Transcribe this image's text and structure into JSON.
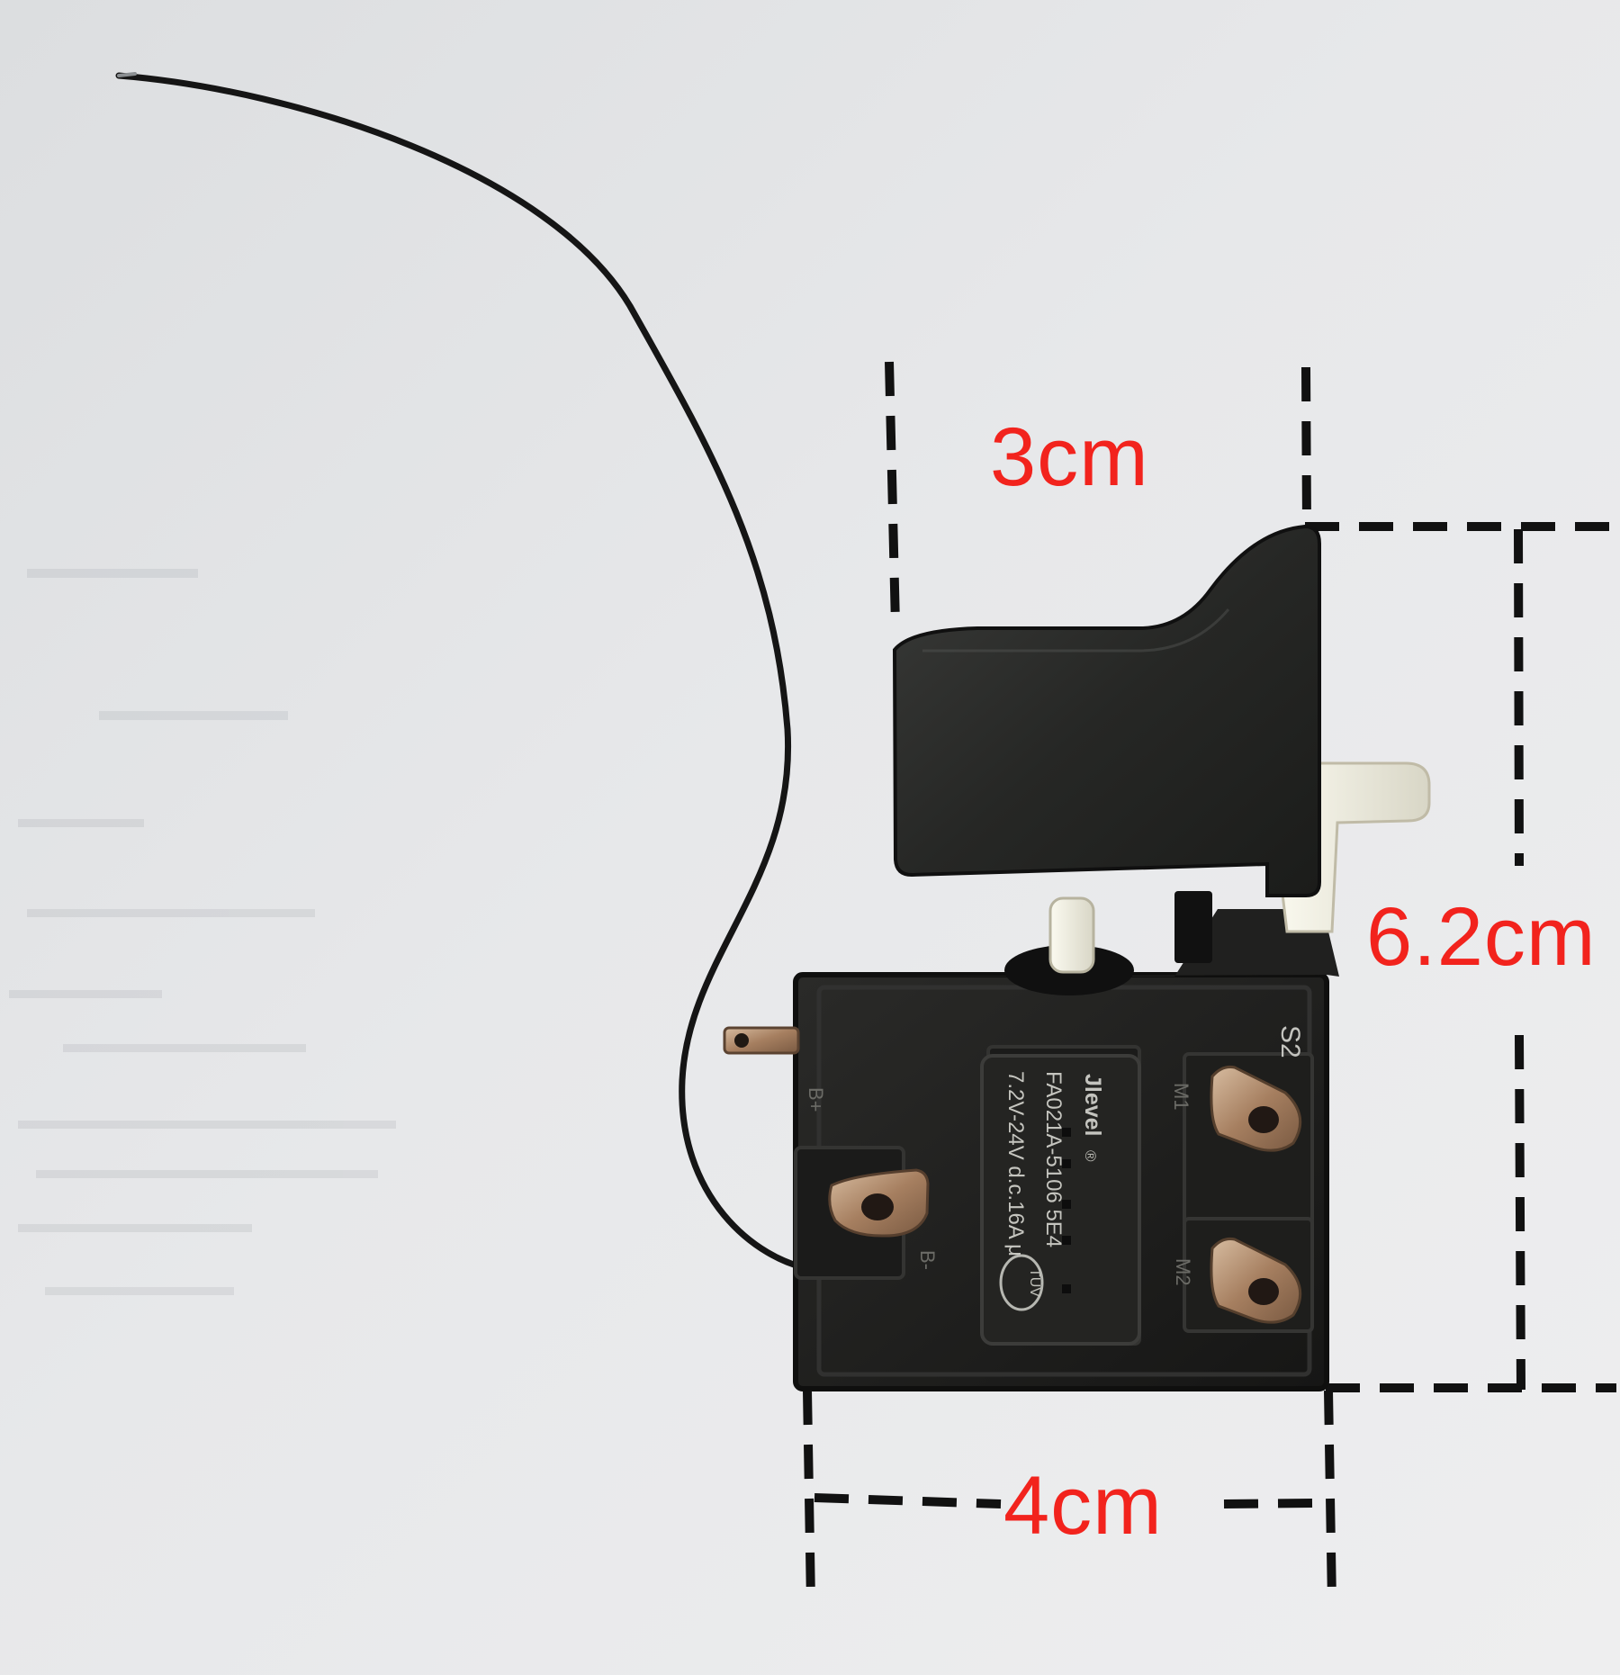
{
  "photo": {
    "background_color": "#e9eaec",
    "dimension_color": "#f2231d",
    "guide_color": "#111111",
    "switch_body_color": "#1f1f1e",
    "trigger_color": "#262725",
    "button_color": "#efeedf",
    "terminal_color": "#b48f70"
  },
  "dimensions": {
    "top_width": "3cm",
    "height": "6.2cm",
    "bottom_width": "4cm"
  },
  "switch_label": {
    "brand": "Jlevel",
    "registered": "®",
    "model": "FA021A-5106 5E4",
    "rating": "7.2V-24V d.c.16A μ",
    "cert_mark": "TÜV",
    "terminal_b_plus": "B+",
    "terminal_b_minus": "B-",
    "terminal_m1": "M1",
    "terminal_m2": "M2",
    "side_mark": "S2"
  }
}
